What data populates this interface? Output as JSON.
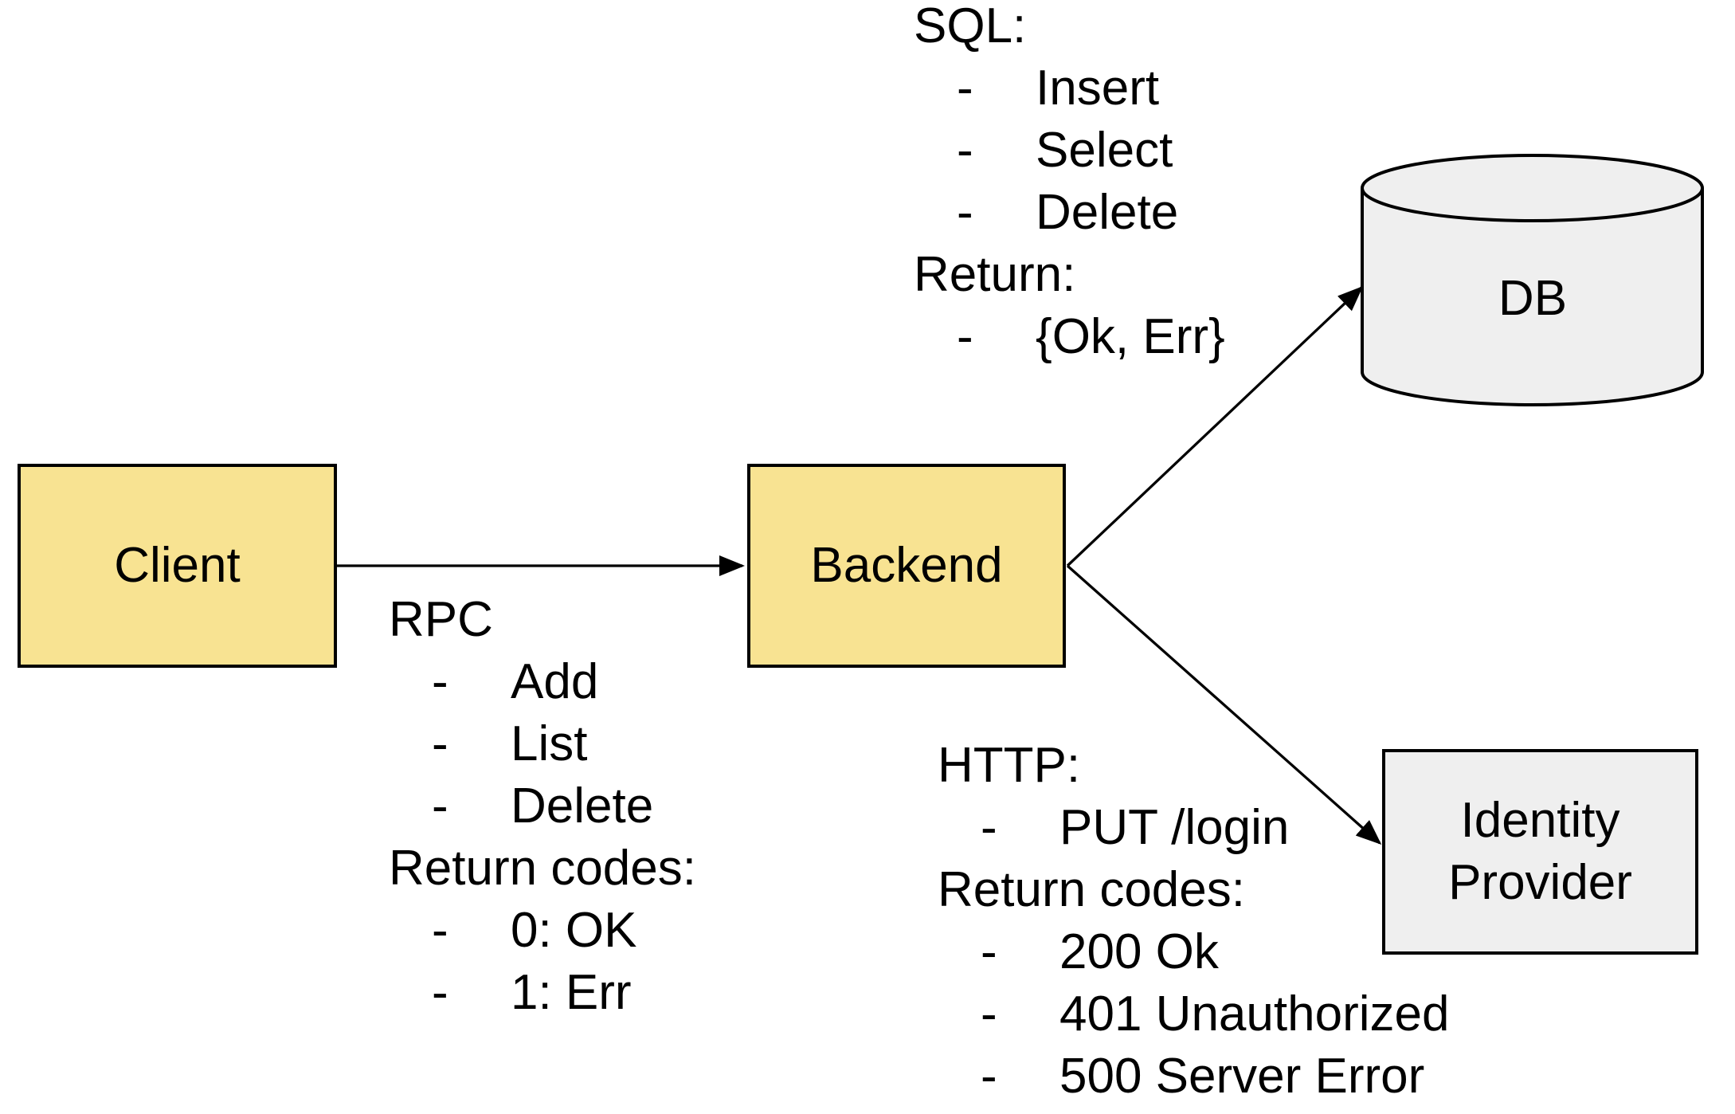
{
  "diagram": {
    "bullet_char": "-",
    "nodes": {
      "client": {
        "label": "Client"
      },
      "backend": {
        "label": "Backend"
      },
      "db": {
        "label": "DB",
        "shape": "cylinder"
      },
      "identity_provider": {
        "label": "Identity Provider"
      }
    },
    "edges": [
      {
        "from": "client",
        "to": "backend"
      },
      {
        "from": "backend",
        "to": "db"
      },
      {
        "from": "backend",
        "to": "identity_provider"
      }
    ],
    "annotations": {
      "rpc": {
        "title": "RPC",
        "bullets": [
          "Add",
          "List",
          "Delete"
        ],
        "subtitle": "Return codes:",
        "sub_bullets": [
          "0: OK",
          "1: Err"
        ]
      },
      "sql": {
        "title": "SQL:",
        "bullets": [
          "Insert",
          "Select",
          "Delete"
        ],
        "subtitle": "Return:",
        "sub_bullets": [
          "{Ok, Err}"
        ]
      },
      "http": {
        "title": "HTTP:",
        "bullets": [
          "PUT /login"
        ],
        "subtitle": "Return codes:",
        "sub_bullets": [
          "200 Ok",
          "401 Unauthorized",
          "500 Server Error"
        ]
      }
    },
    "colors": {
      "node_fill_yellow": "#F8E392",
      "node_fill_gray": "#EFEFEF",
      "stroke": "#000000",
      "background": "#FFFFFF"
    }
  }
}
